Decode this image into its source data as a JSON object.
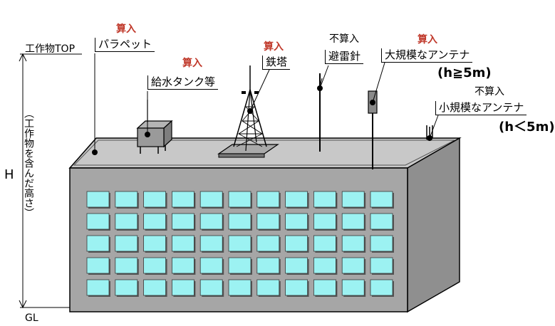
{
  "labels": {
    "top": "工作物TOP",
    "gl": "GL",
    "h": "H",
    "h_note": "（工作物を含んだ高さ）"
  },
  "items": {
    "parapet": {
      "status": "算入",
      "name": "パラペット"
    },
    "water_tank": {
      "status": "算入",
      "name": "給水タンク等"
    },
    "steel_tower": {
      "status": "算入",
      "name": "鉄塔"
    },
    "lightning_rod": {
      "status": "不算入",
      "name": "避雷針"
    },
    "large_antenna": {
      "status": "算入",
      "name": "大規模なアンテナ",
      "condition": "(h≧5m)"
    },
    "small_antenna": {
      "status": "不算入",
      "name": "小規模なアンテナ",
      "condition": "(h＜5m)"
    }
  },
  "colors": {
    "building_front": "#a6a6a6",
    "building_side": "#8f8f8f",
    "roof": "#c8c8c8",
    "window": "#9cf2f2",
    "included_label": "#c0392b"
  },
  "window_grid": {
    "rows": 5,
    "columns": 11
  }
}
